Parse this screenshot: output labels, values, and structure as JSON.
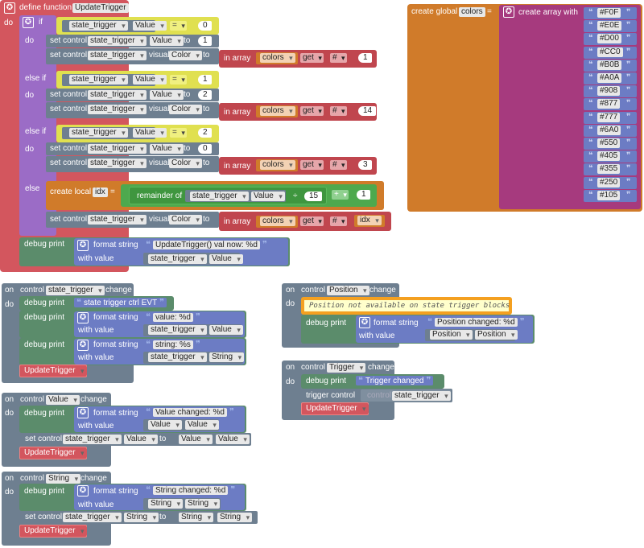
{
  "colors": {
    "proc": "#d3565e",
    "ctrl": "#9b6cc6",
    "cmp": "#e0e050",
    "getter": "#6e7f90",
    "setter": "#6e7f90",
    "lists": "#c0464e",
    "global": "#d07b2a",
    "math": "#4ea94e",
    "text": "#6c7cc4",
    "event": "#6e7f90",
    "debug": "#5b8c6b",
    "comment": "#f4a020",
    "listcolor": "#a63a7e"
  },
  "define": {
    "label": "define function",
    "name": "UpdateTrigger",
    "do": "do"
  },
  "if": {
    "if": "if",
    "do": "do",
    "elseif": "else if",
    "else": "else"
  },
  "st": "state_trigger",
  "value": "Value",
  "eq": "=",
  "c0": "0",
  "c1": "1",
  "c2": "2",
  "set_control": "set control",
  "visual": "visual",
  "color": "Color",
  "to": "to",
  "in_array": "in array",
  "colors_var": "colors",
  "get": "get",
  "hash": "#",
  "idx1": "1",
  "idx14": "14",
  "idx3": "3",
  "create_local": "create local",
  "idx": "idx",
  "idx_eq": "=",
  "remainder": "remainder of",
  "div": "÷",
  "fifteen": "15",
  "plus": "+",
  "plus1": "1",
  "debug_print": "debug print",
  "format_string": "format string",
  "with_value": "with value",
  "update_fmt": "UpdateTrigger() val now: %d",
  "global": {
    "label": "create global",
    "name": "colors",
    "eq": "=",
    "create_array": "create array with",
    "items": [
      "#F0F",
      "#E0E",
      "#D00",
      "#CC0",
      "#B0B",
      "#A0A",
      "#908",
      "#877",
      "#777",
      "#6A0",
      "#550",
      "#405",
      "#355",
      "#250",
      "#105"
    ]
  },
  "ev1": {
    "on": "on",
    "control": "control",
    "name": "state_trigger",
    "change": "change",
    "do": "do",
    "evt": "state trigger ctrl EVT",
    "fmt1": "value: %d",
    "fmt2": "string: %s",
    "string": "String",
    "call": "UpdateTrigger"
  },
  "ev2": {
    "on": "on",
    "control": "control",
    "name": "Value",
    "change": "change",
    "do": "do",
    "fmt": "Value changed: %d",
    "call": "UpdateTrigger"
  },
  "ev3": {
    "on": "on",
    "control": "control",
    "name": "String",
    "change": "change",
    "do": "do",
    "fmt": "String changed: %d",
    "call": "UpdateTrigger"
  },
  "ev4": {
    "on": "on",
    "control": "control",
    "name": "Position",
    "change": "change",
    "do": "do",
    "comment": "Position not available on state trigger blocks",
    "fmt": "Position changed: %d",
    "pos": "Position"
  },
  "ev5": {
    "on": "on",
    "control": "control",
    "name": "Trigger",
    "change": "change",
    "do": "do",
    "fmt": "Trigger changed",
    "trig_control": "trigger control",
    "control_kw": "control",
    "call": "UpdateTrigger"
  }
}
